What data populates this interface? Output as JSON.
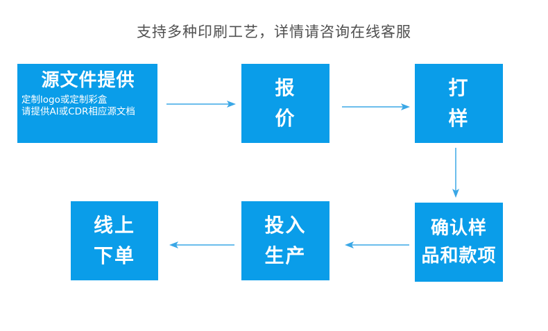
{
  "title": "支持多种印刷工艺，详情请咨询在线客服",
  "steps": {
    "source": {
      "head": "源文件提供",
      "desc1": "定制logo或定制彩盒",
      "desc2": "请提供AI或CDR相应源文档"
    },
    "quote": {
      "line1": "报",
      "line2": "价"
    },
    "proof": {
      "line1": "打",
      "line2": "样"
    },
    "confirm": {
      "line1": "确认样",
      "line2": "品和款项"
    },
    "produce": {
      "line1": "投入",
      "line2": "生产"
    },
    "order": {
      "line1": "线上",
      "line2": "下单"
    }
  },
  "colors": {
    "box": "#0a9de9",
    "arrow": "#3aa7e6",
    "title": "#505050"
  }
}
